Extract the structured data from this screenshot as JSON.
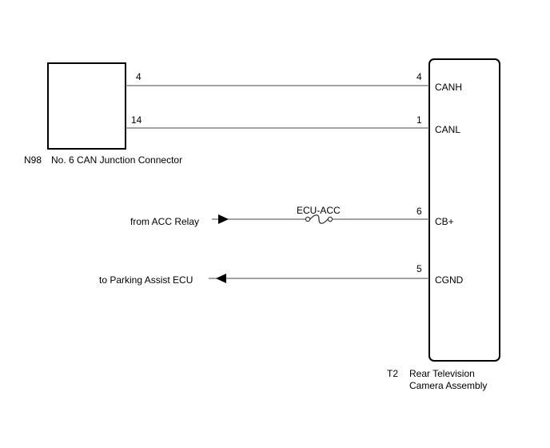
{
  "diagram": {
    "connectors": {
      "n98": {
        "code": "N98",
        "name": "No. 6 CAN Junction Connector",
        "pins": [
          "4",
          "14"
        ]
      },
      "t2": {
        "code": "T2",
        "name_line1": "Rear Television",
        "name_line2": "Camera Assembly",
        "pins": [
          {
            "number": "4",
            "signal": "CANH"
          },
          {
            "number": "1",
            "signal": "CANL"
          },
          {
            "number": "6",
            "signal": "CB+"
          },
          {
            "number": "5",
            "signal": "CGND"
          }
        ]
      }
    },
    "external": {
      "acc_relay": "from ACC Relay",
      "parking_assist": "to Parking Assist ECU"
    },
    "fuse": {
      "label": "ECU-ACC"
    },
    "colors": {
      "wire": "#6e6e6e",
      "outline": "#000000"
    }
  }
}
